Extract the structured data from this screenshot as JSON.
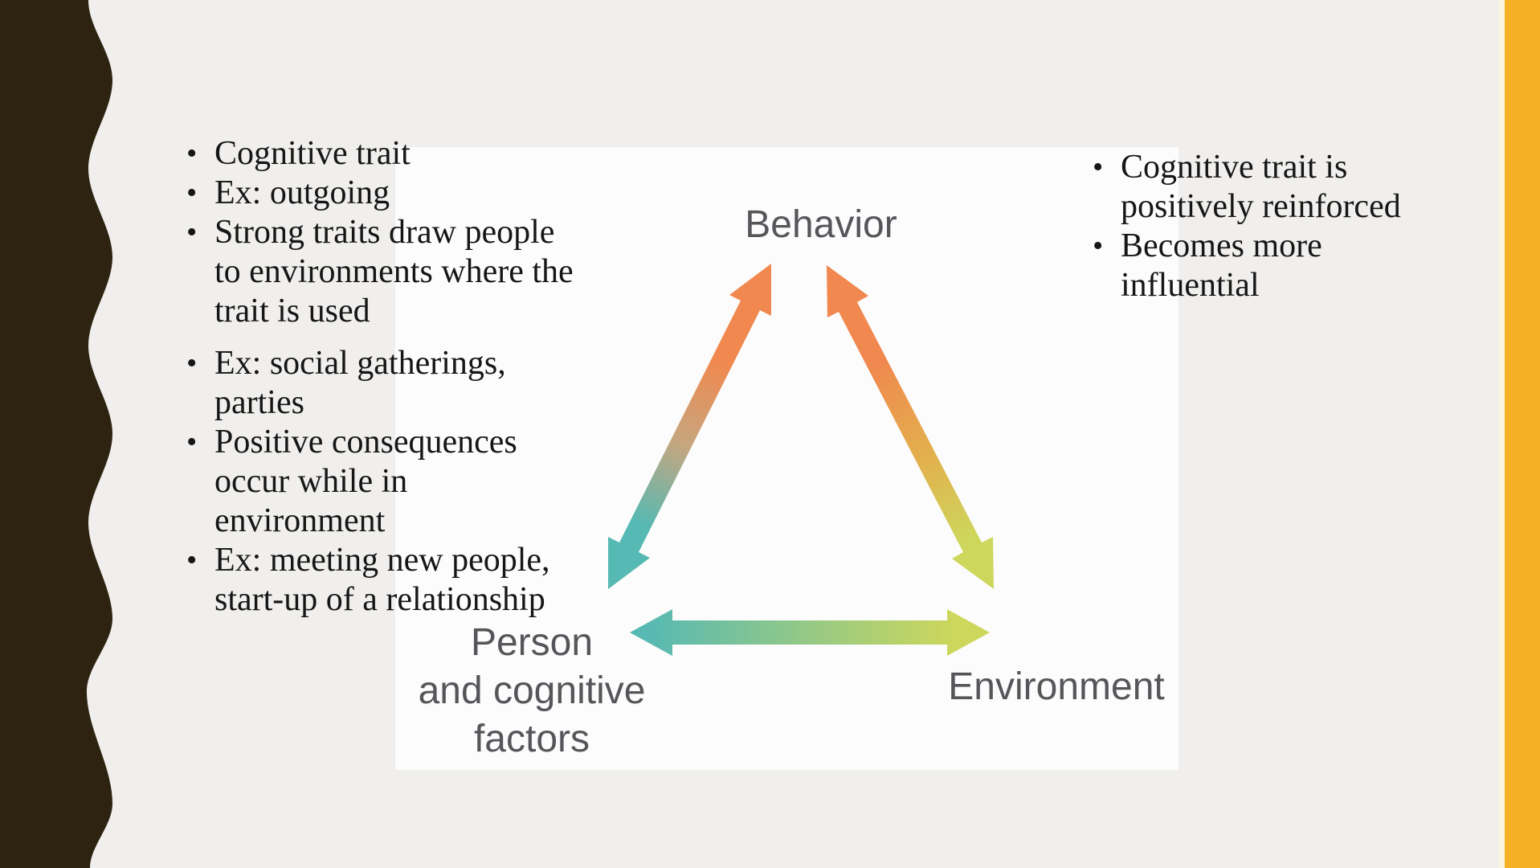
{
  "slide": {
    "background_color": "#f0efed",
    "wave_color": "#2d2310",
    "stripe_color": "#f5b024",
    "stripe_inner_line_color": "#fbf4e2",
    "panel_color": "#fcfcfc"
  },
  "glyphs": {
    "bullet": "•"
  },
  "left_list": {
    "lines": [
      {
        "bullet": true,
        "text": "Cognitive trait"
      },
      {
        "bullet": true,
        "text": "Ex: outgoing"
      },
      {
        "bullet": true,
        "text": "Strong traits draw people"
      },
      {
        "bullet": false,
        "text": "to environments where the"
      },
      {
        "bullet": false,
        "text": "trait is used"
      },
      {
        "bullet": true,
        "text": "Ex: social gatherings,"
      },
      {
        "bullet": false,
        "text": "parties"
      },
      {
        "bullet": true,
        "text": "Positive consequences"
      },
      {
        "bullet": false,
        "text": "occur while in"
      },
      {
        "bullet": false,
        "text": "environment"
      },
      {
        "bullet": true,
        "text": "Ex: meeting new people,"
      },
      {
        "bullet": false,
        "text": "start-up of a relationship"
      }
    ]
  },
  "right_list": {
    "lines": [
      {
        "bullet": true,
        "text": "Cognitive trait is"
      },
      {
        "bullet": false,
        "text": "positively reinforced"
      },
      {
        "bullet": true,
        "text": "Becomes more"
      },
      {
        "bullet": false,
        "text": "influential"
      }
    ]
  },
  "diagram": {
    "behavior_label": "Behavior",
    "person_label_line1": "Person",
    "person_label_line2": "and cognitive",
    "person_label_line3": "factors",
    "environment_label": "Environment",
    "colors": {
      "label_gray": "#54565a",
      "orange": "#f0884f",
      "teal": "#57b9b3",
      "yellow_green": "#cdd75c",
      "tan_mid": "#c7a67e",
      "mustard_mid": "#e2b14d"
    }
  }
}
